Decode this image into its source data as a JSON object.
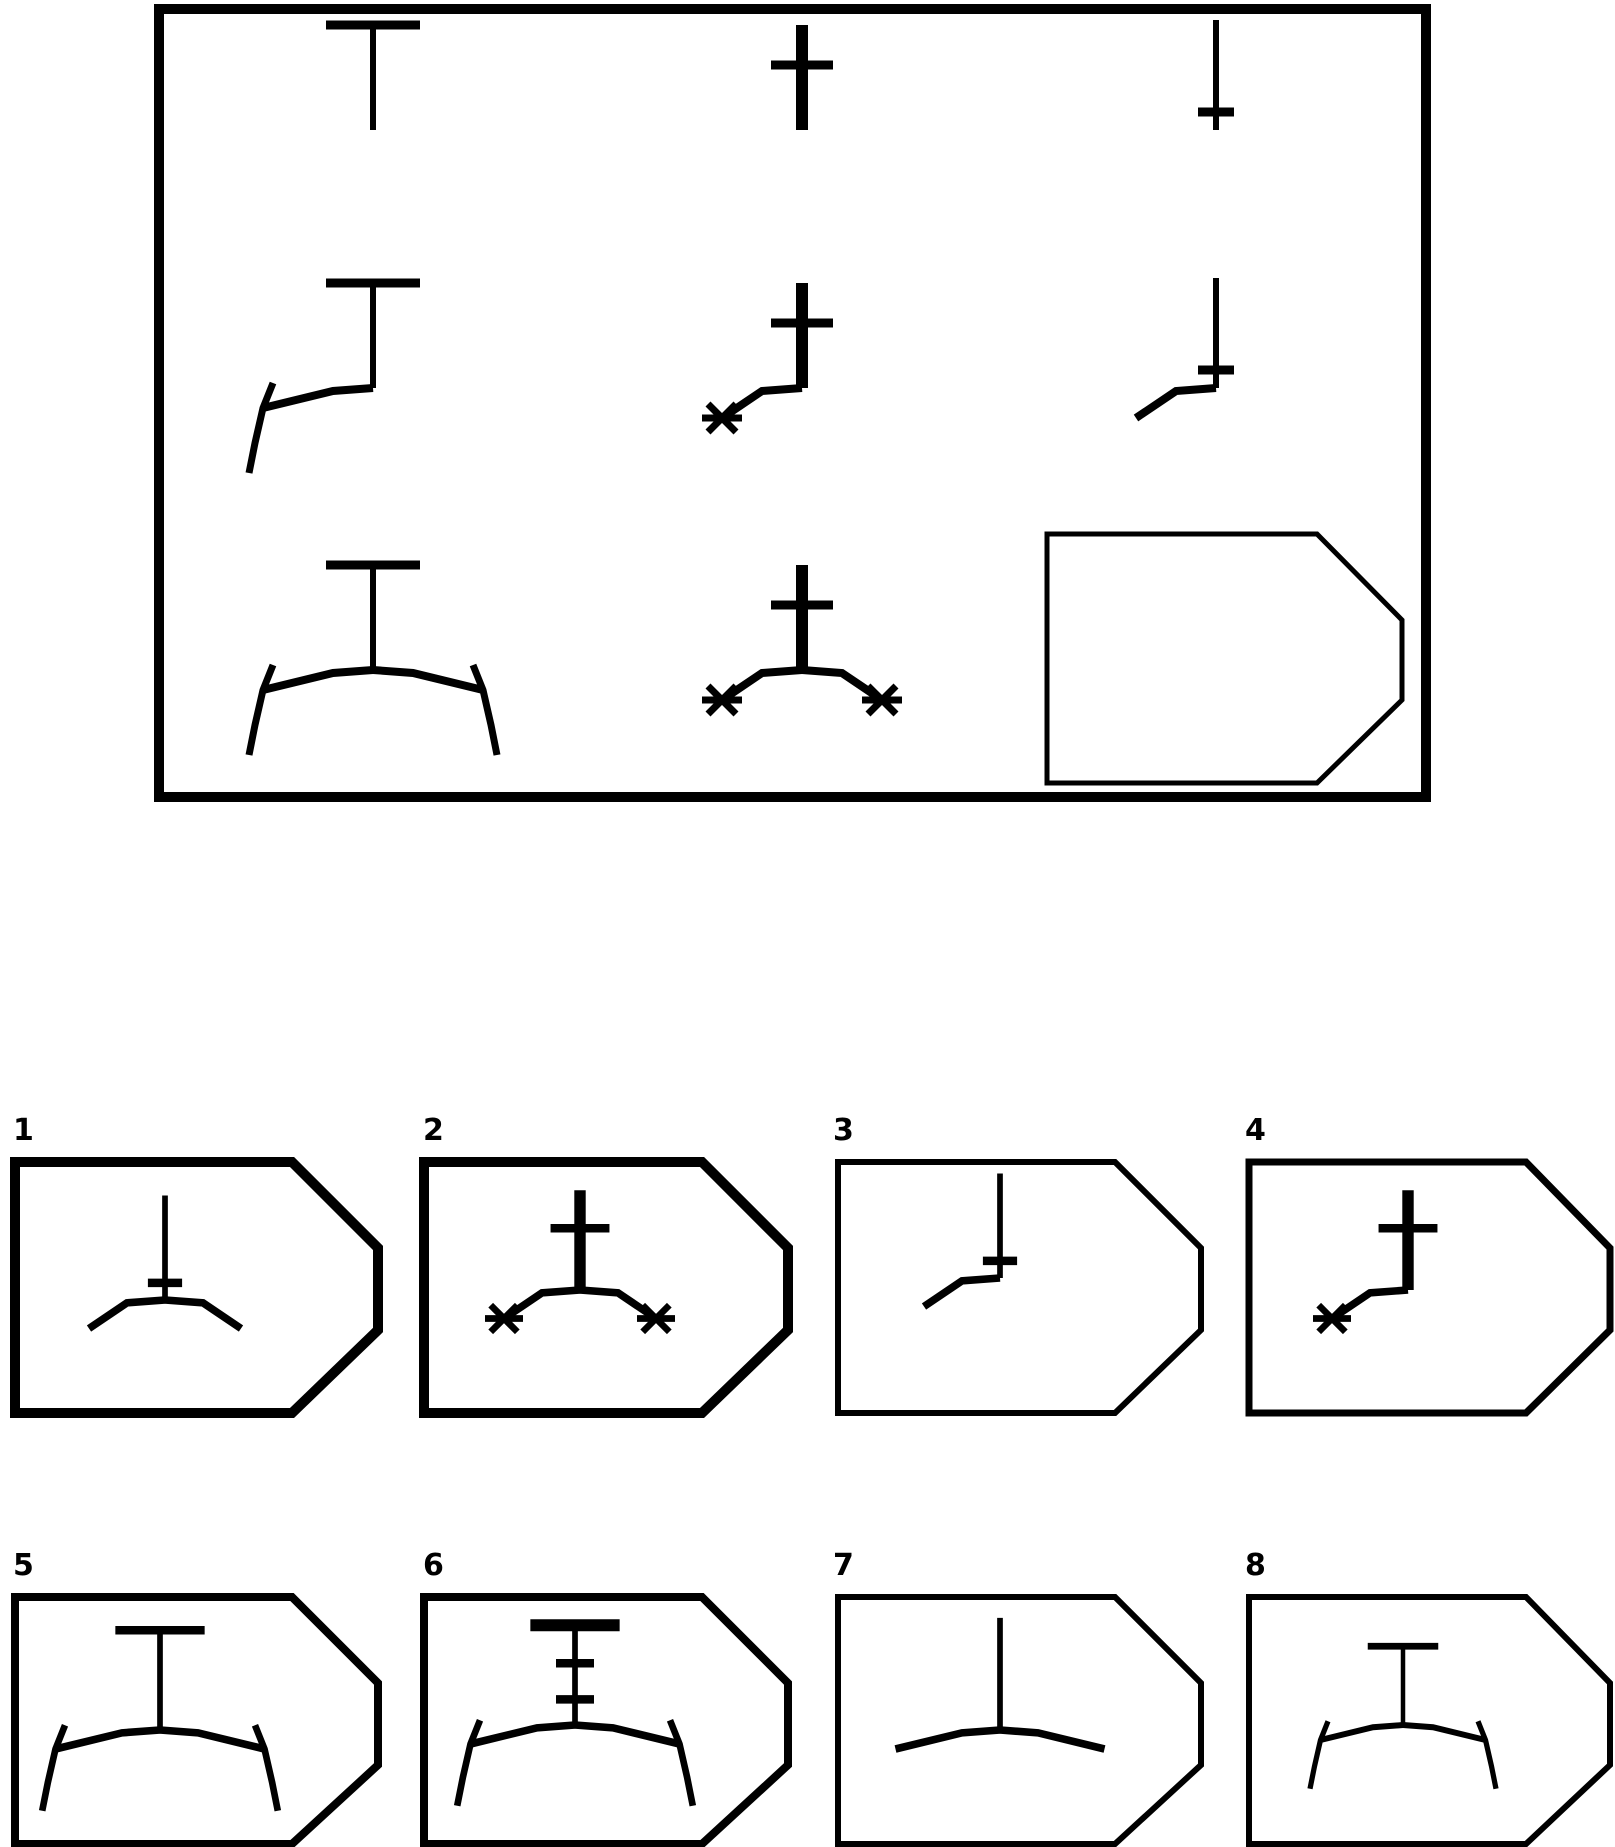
{
  "puzzle": {
    "type": "matrix-reasoning",
    "rows": 3,
    "cols": 3,
    "missing_cell": "row3-col3",
    "matrix": [
      [
        {
          "glyph": "t-bar",
          "arms": "none"
        },
        {
          "glyph": "cross-high",
          "arms": "none"
        },
        {
          "glyph": "cross-low",
          "arms": "none"
        }
      ],
      [
        {
          "glyph": "t-bar",
          "arms": "left-hook"
        },
        {
          "glyph": "cross-high",
          "arms": "left-star"
        },
        {
          "glyph": "cross-low",
          "arms": "left-plain"
        }
      ],
      [
        {
          "glyph": "t-bar",
          "arms": "both-hook"
        },
        {
          "glyph": "cross-high",
          "arms": "both-star"
        },
        {
          "glyph": "missing",
          "arms": "missing"
        }
      ]
    ]
  },
  "options": [
    {
      "label": "1",
      "glyph": "cross-low",
      "arms": "both-plain"
    },
    {
      "label": "2",
      "glyph": "cross-high",
      "arms": "both-star"
    },
    {
      "label": "3",
      "glyph": "cross-low",
      "arms": "left-plain"
    },
    {
      "label": "4",
      "glyph": "cross-high",
      "arms": "left-star"
    },
    {
      "label": "5",
      "glyph": "t-bar",
      "arms": "both-hook"
    },
    {
      "label": "6",
      "glyph": "double-cross",
      "arms": "both-hook"
    },
    {
      "label": "7",
      "glyph": "plain-stem",
      "arms": "both-plain"
    },
    {
      "label": "8",
      "glyph": "t-bar-small",
      "arms": "both-hook"
    }
  ],
  "colors": {
    "ink": "#000000",
    "background": "#ffffff"
  }
}
